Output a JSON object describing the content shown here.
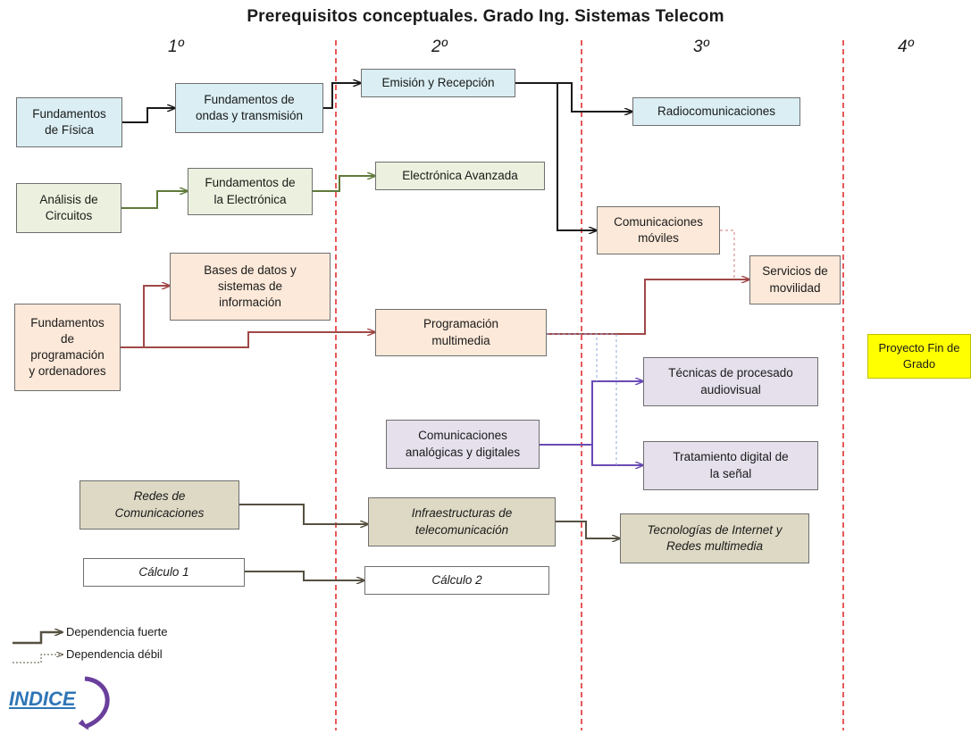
{
  "title": "Prerequisitos conceptuales. Grado Ing. Sistemas Telecom",
  "years": [
    "1º",
    "2º",
    "3º",
    "4º"
  ],
  "boxes": {
    "fundamentos_fisica": "Fundamentos\nde Física",
    "fundamentos_ondas": "Fundamentos de\nondas y transmisión",
    "emision_recepcion": "Emisión y Recepción",
    "radiocomunicaciones": "Radiocomunicaciones",
    "analisis_circuitos": "Análisis de\nCircuitos",
    "fundamentos_electronica": "Fundamentos de\nla Electrónica",
    "electronica_avanzada": "Electrónica Avanzada",
    "comunicaciones_moviles": "Comunicaciones\nmóviles",
    "servicios_movilidad": "Servicios de\nmovilidad",
    "bases_datos": "Bases de datos y\nsistemas de\ninformación",
    "fundamentos_programacion": "Fundamentos\nde\nprogramación\ny ordenadores",
    "programacion_multimedia": "Programación\nmultimedia",
    "tecnicas_procesado": "Técnicas de procesado\naudiovisual",
    "comunicaciones_analogicas": "Comunicaciones\nanalógicas y digitales",
    "tratamiento_digital": "Tratamiento digital de\nla señal",
    "redes_comunicaciones": "Redes de\nComunicaciones",
    "infraestructuras": "Infraestructuras de\ntelecomunicación",
    "tecnologias_internet": "Tecnologías de Internet y\nRedes multimedia",
    "calculo1": "Cálculo 1",
    "calculo2": "Cálculo 2",
    "proyecto_fin": "Proyecto Fin de\nGrado"
  },
  "legend": {
    "strong": "Dependencia fuerte",
    "weak": "Dependencia débil"
  },
  "indice": "INDICE",
  "colors": {
    "divider": "#e03030",
    "blue_line": "#1a1a1a",
    "green_line": "#5f7a3a",
    "red_line": "#a04848",
    "purple_line": "#6a4bb5",
    "tan_line": "#555040",
    "weak_line": "#8fa9d8"
  }
}
